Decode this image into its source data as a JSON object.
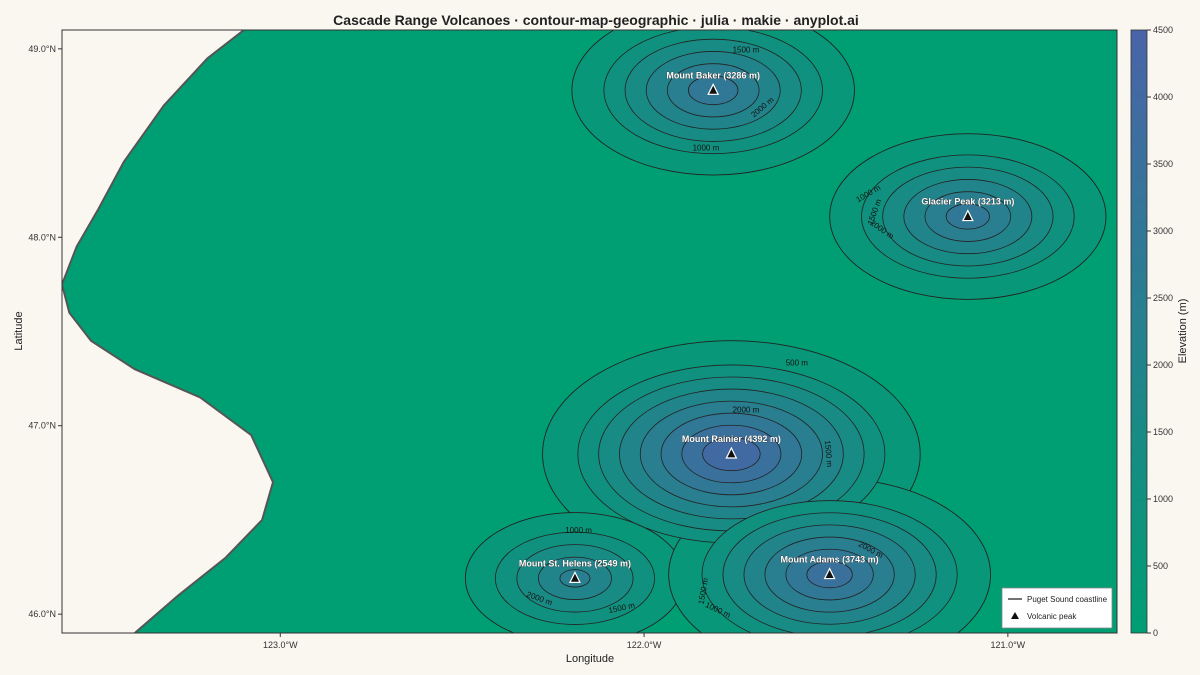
{
  "chart_data": {
    "type": "contour",
    "title": "Cascade Range Volcanoes · contour-map-geographic · julia · makie · anyplot.ai",
    "xlabel": "Longitude",
    "ylabel": "Latitude",
    "xlim": [
      -123.6,
      -120.7
    ],
    "ylim": [
      45.9,
      49.1
    ],
    "x_ticks": [
      {
        "value": -123.0,
        "label": "123.0°W"
      },
      {
        "value": -122.0,
        "label": "122.0°W"
      },
      {
        "value": -121.0,
        "label": "121.0°W"
      }
    ],
    "y_ticks": [
      {
        "value": 46.0,
        "label": "46.0°N"
      },
      {
        "value": 47.0,
        "label": "47.0°N"
      },
      {
        "value": 48.0,
        "label": "48.0°N"
      },
      {
        "value": 49.0,
        "label": "49.0°N"
      }
    ],
    "colorbar": {
      "label": "Elevation (m)",
      "min": 0,
      "max": 4500,
      "ticks": [
        0,
        500,
        1000,
        1500,
        2000,
        2500,
        3000,
        3500,
        4000,
        4500
      ],
      "color_low": "#009e73",
      "color_high": "#4a64a8"
    },
    "peaks": [
      {
        "name": "Mount Baker",
        "lon": -121.81,
        "lat": 48.78,
        "elevation": 3286,
        "label": "Mount Baker (3286 m)"
      },
      {
        "name": "Glacier Peak",
        "lon": -121.11,
        "lat": 48.11,
        "elevation": 3213,
        "label": "Glacier Peak (3213 m)"
      },
      {
        "name": "Mount Rainier",
        "lon": -121.76,
        "lat": 46.85,
        "elevation": 4392,
        "label": "Mount Rainier (4392 m)"
      },
      {
        "name": "Mount St. Helens",
        "lon": -122.19,
        "lat": 46.19,
        "elevation": 2549,
        "label": "Mount St. Helens (2549 m)"
      },
      {
        "name": "Mount Adams",
        "lon": -121.49,
        "lat": 46.21,
        "elevation": 3743,
        "label": "Mount Adams (3743 m)"
      }
    ],
    "contour_labels": [
      {
        "text": "1500 m",
        "lon": -121.72,
        "lat": 48.98,
        "rotate": 0
      },
      {
        "text": "2000 m",
        "lon": -121.67,
        "lat": 48.68,
        "rotate": -40
      },
      {
        "text": "1000 m",
        "lon": -121.83,
        "lat": 48.46,
        "rotate": 0
      },
      {
        "text": "1000 m",
        "lon": -121.38,
        "lat": 48.22,
        "rotate": -30
      },
      {
        "text": "1500 m",
        "lon": -121.36,
        "lat": 48.13,
        "rotate": -70
      },
      {
        "text": "2000 m",
        "lon": -121.35,
        "lat": 48.03,
        "rotate": 35
      },
      {
        "text": "500 m",
        "lon": -121.58,
        "lat": 47.32,
        "rotate": 0
      },
      {
        "text": "2000 m",
        "lon": -121.72,
        "lat": 47.07,
        "rotate": 0
      },
      {
        "text": "1500 m",
        "lon": -121.5,
        "lat": 46.85,
        "rotate": 85
      },
      {
        "text": "1000 m",
        "lon": -122.18,
        "lat": 46.43,
        "rotate": 0
      },
      {
        "text": "2000 m",
        "lon": -121.38,
        "lat": 46.33,
        "rotate": 28
      },
      {
        "text": "1500 m",
        "lon": -121.83,
        "lat": 46.12,
        "rotate": -80
      },
      {
        "text": "2000 m",
        "lon": -122.29,
        "lat": 46.07,
        "rotate": 20
      },
      {
        "text": "1500 m",
        "lon": -122.06,
        "lat": 46.02,
        "rotate": -12
      },
      {
        "text": "1000 m",
        "lon": -121.8,
        "lat": 46.01,
        "rotate": 25
      }
    ],
    "legend": {
      "placement": "bottom-right",
      "items": [
        {
          "label": "Puget Sound coastline",
          "symbol": "line"
        },
        {
          "label": "Volcanic peak",
          "symbol": "triangle"
        }
      ]
    },
    "coastline": [
      [
        -123.1,
        49.1
      ],
      [
        -123.2,
        48.95
      ],
      [
        -123.32,
        48.7
      ],
      [
        -123.43,
        48.4
      ],
      [
        -123.5,
        48.15
      ],
      [
        -123.56,
        47.95
      ],
      [
        -123.6,
        47.75
      ],
      [
        -123.58,
        47.6
      ],
      [
        -123.52,
        47.45
      ],
      [
        -123.4,
        47.3
      ],
      [
        -123.22,
        47.15
      ],
      [
        -123.08,
        46.95
      ],
      [
        -123.02,
        46.7
      ],
      [
        -123.05,
        46.5
      ],
      [
        -123.15,
        46.3
      ],
      [
        -123.28,
        46.1
      ],
      [
        -123.4,
        45.9
      ]
    ],
    "coastline_color": "#555555",
    "land_color": "#009e73"
  }
}
